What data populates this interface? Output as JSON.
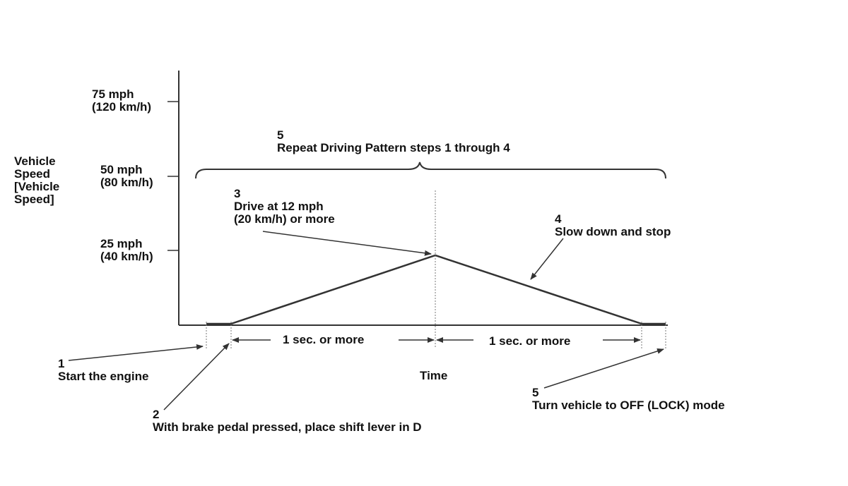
{
  "y_axis": {
    "title": [
      "Vehicle",
      "Speed",
      "[Vehicle",
      "Speed]"
    ],
    "ticks": [
      {
        "mph": "75 mph",
        "kmh": "(120 km/h)"
      },
      {
        "mph": "50 mph",
        "kmh": "(80 km/h)"
      },
      {
        "mph": "25 mph",
        "kmh": "(40 km/h)"
      }
    ]
  },
  "x_axis": {
    "title": "Time"
  },
  "steps": [
    {
      "number": "1",
      "text": "Start the engine"
    },
    {
      "number": "2",
      "text": "With brake pedal pressed, place shift lever in D"
    },
    {
      "number": "3",
      "text": [
        "Drive at 12 mph",
        "(20 km/h) or more"
      ]
    },
    {
      "number": "4",
      "text": "Slow down and stop"
    },
    {
      "number": "5",
      "text": "Turn vehicle to OFF (LOCK) mode"
    }
  ],
  "repeat": {
    "number": "5",
    "text": "Repeat Driving Pattern steps 1 through 4"
  },
  "durations": [
    "1 sec. or more",
    "1 sec. or more"
  ],
  "colors": {
    "line": "#333333",
    "text": "#111111",
    "guide": "#777777"
  }
}
